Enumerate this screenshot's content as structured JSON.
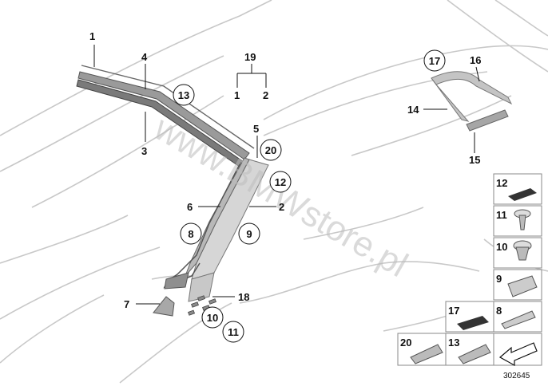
{
  "diagram": {
    "watermark": "www.BMWstore.pl",
    "image_number": "302645",
    "callouts": {
      "c1": "1",
      "c4": "4",
      "c13": "13",
      "c3": "3",
      "c19": "19",
      "c19a": "1",
      "c19b": "2",
      "c5": "5",
      "c20": "20",
      "c12": "12",
      "c6": "6",
      "c2": "2",
      "c8": "8",
      "c9": "9",
      "c7": "7",
      "c18": "18",
      "c10": "10",
      "c11": "11",
      "c17": "17",
      "c16": "16",
      "c14": "14",
      "c15": "15"
    },
    "legend": {
      "l12": "12",
      "l11": "11",
      "l10": "10",
      "l9": "9",
      "l17": "17",
      "l8": "8",
      "l20": "20",
      "l13": "13"
    }
  }
}
